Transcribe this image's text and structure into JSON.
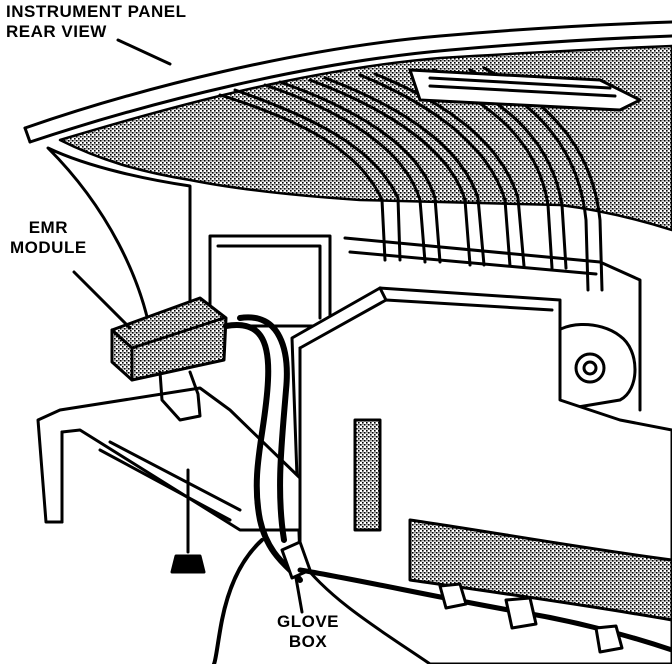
{
  "labels": {
    "instrument_panel": {
      "line1": "INSTRUMENT PANEL",
      "line2": "REAR VIEW"
    },
    "emr_module": {
      "line1": "EMR",
      "line2": "MODULE"
    },
    "glove_box": {
      "line1": "GLOVE",
      "line2": "BOX"
    }
  },
  "colors": {
    "ink": "#000000",
    "paper": "#ffffff",
    "stipple": "#555555"
  }
}
